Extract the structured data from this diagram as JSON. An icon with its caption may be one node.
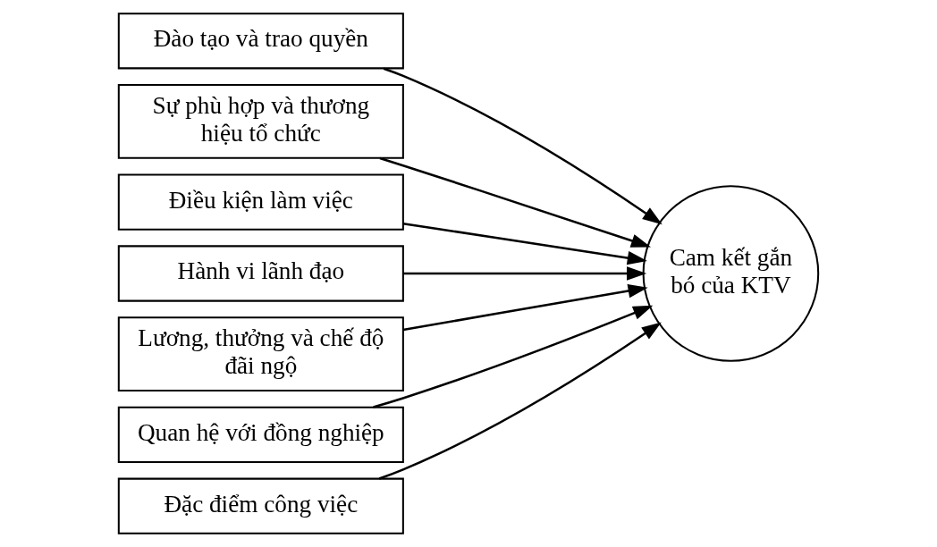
{
  "diagram": {
    "nodes": [
      {
        "text": [
          "Đào tạo và trao quyền"
        ]
      },
      {
        "text": [
          "Sự phù hợp và thương hiệu tổ chức"
        ]
      },
      {
        "text": [
          "Điều kiện làm việc"
        ]
      },
      {
        "text": [
          "Hành vi lãnh đạo"
        ]
      },
      {
        "text": [
          "Lương, thưởng và chế độ đãi ngộ"
        ]
      },
      {
        "text": [
          "Quan hệ với đồng nghiệp"
        ]
      },
      {
        "text": [
          "Đặc điểm công việc"
        ]
      },
      {
        "text": [
          "Cam kết gắn bó của KTV"
        ]
      }
    ],
    "edges": [
      {
        "from": 0,
        "to": 7,
        "arrow": "to"
      },
      {
        "from": 1,
        "to": 7,
        "arrow": "to"
      },
      {
        "from": 2,
        "to": 7,
        "arrow": "to"
      },
      {
        "from": 3,
        "to": 7,
        "arrow": "to"
      },
      {
        "from": 4,
        "to": 7,
        "arrow": "to"
      },
      {
        "from": 5,
        "to": 7,
        "arrow": "to"
      },
      {
        "from": 6,
        "to": 7,
        "arrow": "to"
      }
    ]
  }
}
